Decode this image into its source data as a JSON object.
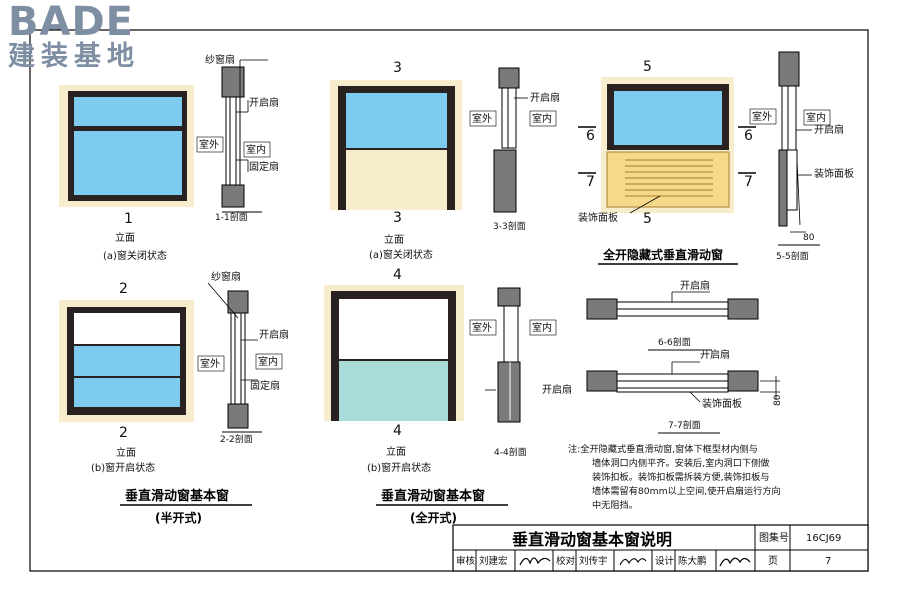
{
  "logo": {
    "brand": "BADE",
    "sub": "建装基地"
  },
  "labels": {
    "screen_sash": "纱窗扇",
    "open_sash": "开启扇",
    "fixed_sash": "固定扇",
    "outside": "室外",
    "inside": "室内",
    "deco_panel": "装饰面板",
    "elevation": "立面"
  },
  "cuts": {
    "c1": "1",
    "c2": "2",
    "c3": "3",
    "c4": "4",
    "c5": "5",
    "c6": "6",
    "c7": "7"
  },
  "sections": {
    "s11": "1-1剖面",
    "s22": "2-2剖面",
    "s33": "3-3剖面",
    "s44": "4-4剖面",
    "s55": "5-5剖面",
    "s66": "6-6剖面",
    "s77": "7-7剖面"
  },
  "states": {
    "closed": "(a)窗关闭状态",
    "open": "(b)窗开启状态"
  },
  "titles": {
    "half_main": "垂直滑动窗基本窗",
    "half_sub": "(半开式)",
    "full_main": "垂直滑动窗基本窗",
    "full_sub": "(全开式)",
    "hidden": "全开隐藏式垂直滑动窗"
  },
  "dims": {
    "d80a": "80",
    "d80b": "80"
  },
  "note": [
    "注:全开隐藏式垂直滑动窗,窗体下框型材内侧与",
    "墙体洞口内侧平齐。安装后,室内洞口下侧做",
    "装饰扣板。装饰扣板需拆装方便,装饰扣板与",
    "墙体需留有80mm以上空间,使开启扇运行方向",
    "中无阻挡。"
  ],
  "titleblock": {
    "title": "垂直滑动窗基本窗说明",
    "atlas_label": "图集号",
    "atlas_no": "16CJ69",
    "review_label": "审核",
    "reviewer": "刘建宏",
    "check_label": "校对",
    "checker": "刘传宇",
    "design_label": "设计",
    "designer": "陈大鹏",
    "page_label": "页",
    "page_no": "7"
  },
  "colors": {
    "glass": "#7ecbf0",
    "glass_open": "#a9dcd8",
    "wall": "#f7eccb",
    "frame": "#2a2220",
    "deco": "#f6d98a"
  }
}
